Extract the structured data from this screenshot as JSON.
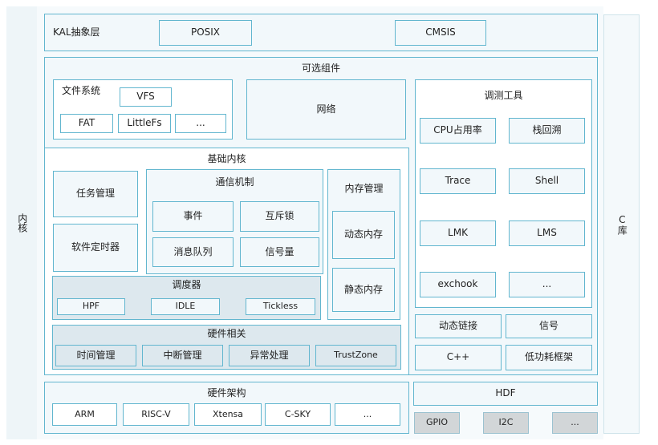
{
  "left_label": "内核",
  "right_label": "C库",
  "kal": {
    "title": "KAL抽象层",
    "posix": "POSIX",
    "cmsis": "CMSIS"
  },
  "optional": {
    "title": "可选组件",
    "fs": {
      "title": "文件系统",
      "vfs": "VFS",
      "fat": "FAT",
      "littlefs": "LittleFs",
      "more": "..."
    },
    "network": "网络",
    "debug": {
      "title": "调测工具",
      "cpu": "CPU占用率",
      "backtrace": "栈回溯",
      "trace": "Trace",
      "shell": "Shell",
      "lmk": "LMK",
      "lms": "LMS",
      "exchook": "exchook",
      "more": "..."
    },
    "dynlink": "动态链接",
    "signal": "信号",
    "cpp": "C++",
    "lowpower": "低功耗框架"
  },
  "basic": {
    "title": "基础内核",
    "task": "任务管理",
    "swtimer": "软件定时器",
    "ipc": {
      "title": "通信机制",
      "event": "事件",
      "mutex": "互斥锁",
      "queue": "消息队列",
      "sem": "信号量"
    },
    "mem": {
      "title": "内存管理",
      "dynamic": "动态内存",
      "static": "静态内存"
    },
    "sched": {
      "title": "调度器",
      "hpf": "HPF",
      "idle": "IDLE",
      "tickless": "Tickless"
    },
    "hw": {
      "title": "硬件相关",
      "time": "时间管理",
      "irq": "中断管理",
      "exc": "异常处理",
      "tz": "TrustZone"
    }
  },
  "arch": {
    "title": "硬件架构",
    "arm": "ARM",
    "riscv": "RISC-V",
    "xtensa": "Xtensa",
    "csky": "C-SKY",
    "more": "..."
  },
  "hdf": {
    "title": "HDF",
    "gpio": "GPIO",
    "i2c": "I2C",
    "more": "..."
  }
}
